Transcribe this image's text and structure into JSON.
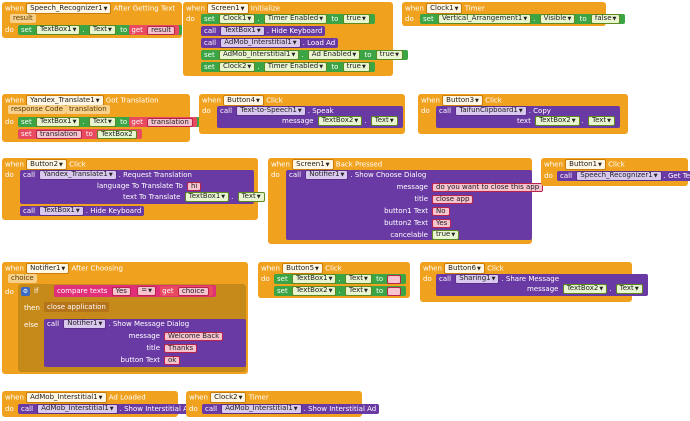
{
  "labels": {
    "when": "when",
    "do": "do",
    "set": "set",
    "to": "to",
    "get": "get",
    "call": "call",
    "if": "if",
    "then": "then",
    "else": "else",
    "true": "true",
    "false": "false"
  },
  "blocks": {
    "speech_recognizer": {
      "component": "Speech_Recognizer1",
      "event": "After Getting Text",
      "param": "result",
      "target": "TextBox1",
      "prop": "Text",
      "value": "result"
    },
    "screen_init": {
      "component": "Screen1",
      "event": "Initialize",
      "rows": [
        {
          "kind": "set",
          "comp": "Clock1",
          "prop": "Timer Enabled",
          "value": "true"
        },
        {
          "kind": "call",
          "comp": "TextBox1",
          "method": "Hide Keyboard"
        },
        {
          "kind": "call",
          "comp": "AdMob_Interstitial1",
          "method": "Load Ad"
        },
        {
          "kind": "set",
          "comp": "AdMob_Interstitial1",
          "prop": "Ad Enabled",
          "value": "true"
        },
        {
          "kind": "set",
          "comp": "Clock2",
          "prop": "Timer Enabled",
          "value": "true"
        }
      ]
    },
    "clock1_timer": {
      "component": "Clock1",
      "event": "Timer",
      "target": "Vertical_Arrangement1",
      "prop": "Visible",
      "value": "false"
    },
    "yandex": {
      "component": "Yandex_Translate1",
      "event": "Got Translation",
      "param1": "response Code",
      "param2": "translation",
      "target1": "TextBox1",
      "prop1": "Text",
      "value1": "translation",
      "target2": "translation",
      "value2": "TextBox2"
    },
    "button4": {
      "component": "Button4",
      "event": "Click",
      "call_comp": "Text-to-Speech1",
      "method": "Speak",
      "arg": "message",
      "arg_comp": "TextBox2",
      "arg_prop": "Text"
    },
    "button3": {
      "component": "Button3",
      "event": "Click",
      "call_comp": "TaifunClipboard1",
      "method": "Copy",
      "arg": "text",
      "arg_comp": "TextBox2",
      "arg_prop": "Text"
    },
    "button2": {
      "component": "Button2",
      "event": "Click",
      "call_comp": "Yandex_Translate1",
      "method": "Request Translation",
      "arg1": "language To Translate To",
      "arg1_value": "hi",
      "arg2": "text To Translate",
      "arg2_comp": "TextBox1",
      "arg2_prop": "Text",
      "call2_comp": "TextBox1",
      "call2_method": "Hide Keyboard"
    },
    "back_pressed": {
      "component": "Screen1",
      "event": "Back Pressed",
      "call_comp": "Notifier1",
      "method": "Show Choose Dialog",
      "args": [
        {
          "name": "message",
          "value": "do you want to close this app"
        },
        {
          "name": "title",
          "value": "close app"
        },
        {
          "name": "button1 Text",
          "value": "No"
        },
        {
          "name": "button2 Text",
          "value": "Yes"
        },
        {
          "name": "cancelable",
          "value": "true"
        }
      ]
    },
    "button1": {
      "component": "Button1",
      "event": "Click",
      "call_comp": "Speech_Recognizer1",
      "method": "Get Text"
    },
    "notifier_after": {
      "component": "Notifier1",
      "event": "After Choosing",
      "param": "choice",
      "compare": "compare texts",
      "lhs": "Yes",
      "op": "=",
      "rhs": "choice",
      "then_action": "close application",
      "call_comp": "Notifier1",
      "method": "Show Message Dialog",
      "args": [
        {
          "name": "message",
          "value": "Welcome Back"
        },
        {
          "name": "title",
          "value": "Thanks"
        },
        {
          "name": "button Text",
          "value": "ok"
        }
      ]
    },
    "button5": {
      "component": "Button5",
      "event": "Click",
      "row1_comp": "TextBox1",
      "row1_prop": "Text",
      "row2_comp": "TextBox2",
      "row2_prop": "Text",
      "value": ""
    },
    "button6": {
      "component": "Button6",
      "event": "Click",
      "call_comp": "Sharing1",
      "method": "Share Message",
      "arg": "message",
      "arg_comp": "TextBox2",
      "arg_prop": "Text"
    },
    "admob_loaded": {
      "component": "AdMob_Interstitial1",
      "event": "Ad Loaded",
      "call_comp": "AdMob_Interstitial1",
      "method": "Show Interstitial Ad"
    },
    "clock2_timer": {
      "component": "Clock2",
      "event": "Timer",
      "call_comp": "AdMob_Interstitial1",
      "method": "Show Interstitial Ad"
    }
  },
  "colors": {
    "event": "#f0a21f",
    "setter": "#3ba444",
    "call": "#6a3aa4",
    "getter": "#e84a5f",
    "property": "#9acd32",
    "text": "#e0307a"
  }
}
